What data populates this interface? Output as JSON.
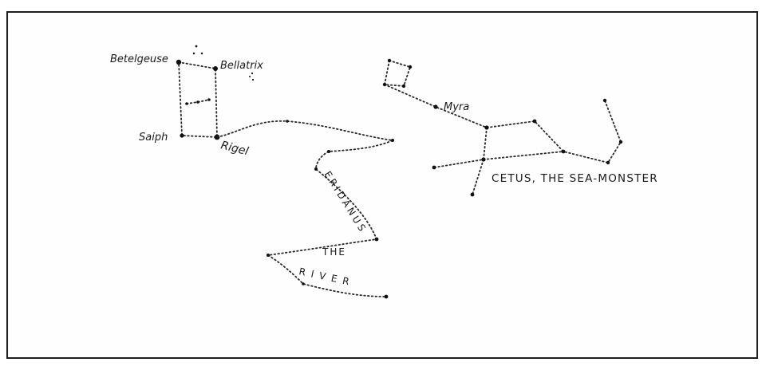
{
  "labels": {
    "betelgeuse": "Betelgeuse",
    "bellatrix": "Bellatrix",
    "saiph": "Saiph",
    "rigel": "Rigel",
    "myra": "Myra",
    "cetus": "CETUS, THE SEA-MONSTER",
    "eridanus": "ERIDANUS",
    "the": "THE",
    "river": "RIVER"
  },
  "colors": {
    "ink": "#1b1b1b",
    "paper": "#fefefe",
    "border": "#1c1c1c"
  }
}
